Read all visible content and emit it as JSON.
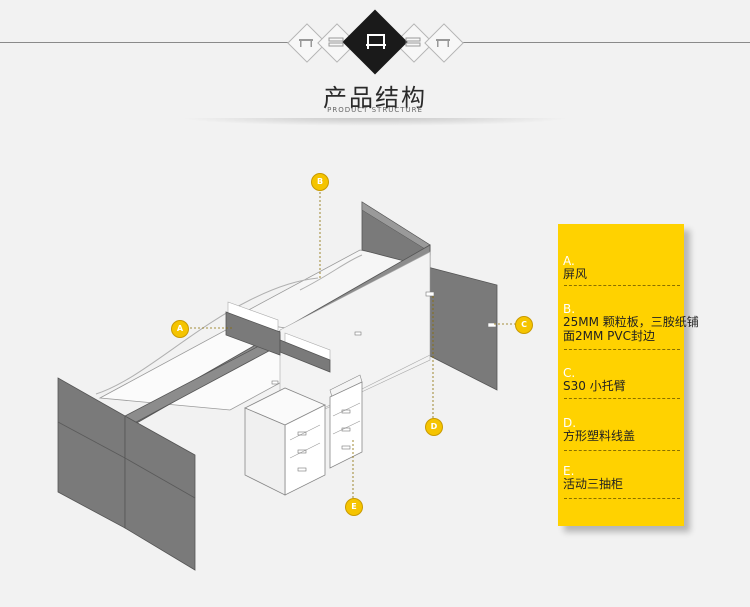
{
  "header": {
    "title": "产品结构",
    "subtitle": "PRODUCT STRUCTURE"
  },
  "labels": [
    "A",
    "B",
    "C",
    "D",
    "E"
  ],
  "legend": {
    "items": [
      {
        "letter": "A.",
        "text": "屏风"
      },
      {
        "letter": "B.",
        "text": "25MM 颗粒板，三胺纸铺",
        "text2": "面2MM PVC封边"
      },
      {
        "letter": "C.",
        "text": "S30 小托臂"
      },
      {
        "letter": "D.",
        "text": "方形塑料线盖"
      },
      {
        "letter": "E.",
        "text": "活动三抽柜"
      }
    ]
  },
  "colors": {
    "accent": "#ffd200",
    "panel": "#7a7a7a",
    "badge": "#f5c400"
  }
}
